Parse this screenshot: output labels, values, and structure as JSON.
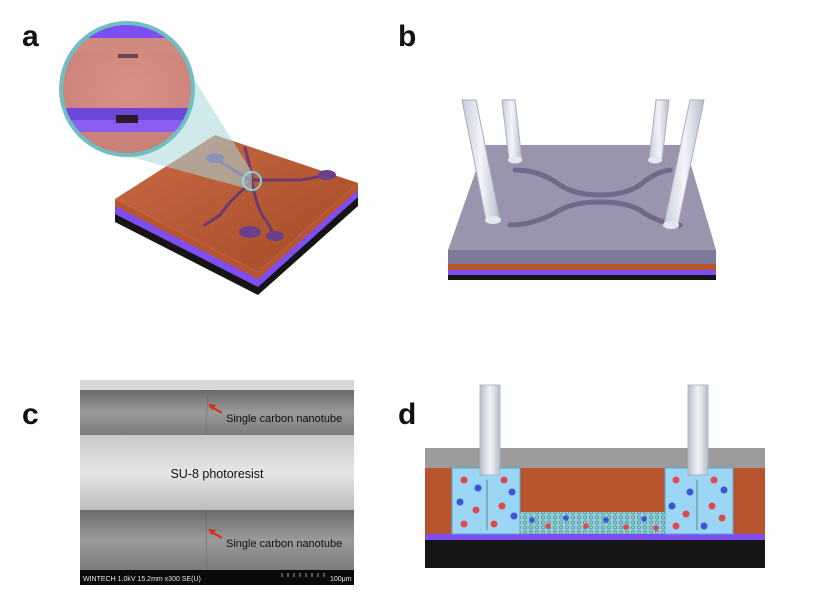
{
  "panels": {
    "a": {
      "letter": "a"
    },
    "b": {
      "letter": "b"
    },
    "c": {
      "letter": "c",
      "label_top": "Single carbon nanotube",
      "label_middle": "SU-8 photoresist",
      "label_bottom": "Single carbon nanotube",
      "sem_info": "WINTECH 1.0kV 15.2mm x300 SE(U)",
      "scale_bar": "100μm"
    },
    "d": {
      "letter": "d"
    }
  },
  "colors": {
    "copper": "#b8552f",
    "violet": "#7d4ff0",
    "substrate_dark": "#151515",
    "pdms": "#8e8aa6",
    "fluid": "#9bd6f5",
    "particle_red": "#e04a4a",
    "particle_blue": "#3f53d6",
    "arrow_red": "#e0261e"
  }
}
